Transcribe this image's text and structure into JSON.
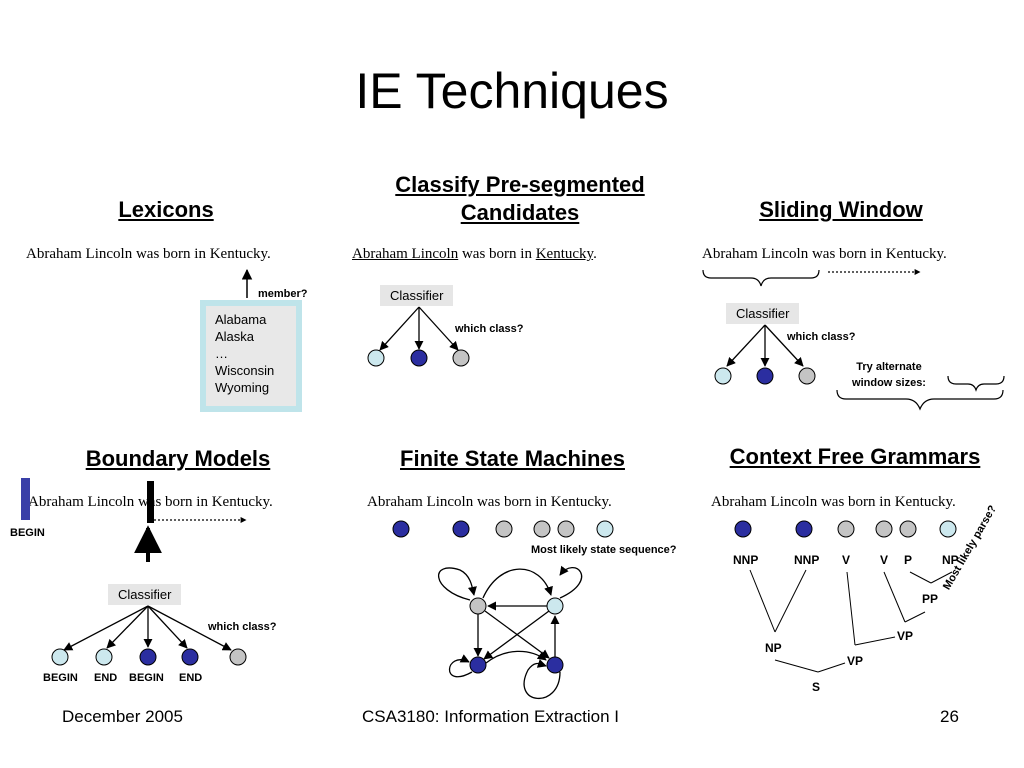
{
  "slide": {
    "title": "IE Techniques",
    "footer": {
      "date": "December 2005",
      "course": "CSA3180: Information Extraction I",
      "page_number": "26"
    }
  },
  "sentence": "Abraham Lincoln was born in Kentucky.",
  "panels": {
    "lexicons": {
      "heading": "Lexicons",
      "query_label": "member?",
      "lexicon_items": [
        "Alabama",
        "Alaska",
        "…",
        "Wisconsin",
        "Wyoming"
      ]
    },
    "classify": {
      "heading_line1": "Classify Pre-segmented",
      "heading_line2": "Candidates",
      "candidate1": "Abraham Lincoln",
      "middle_text": " was born in ",
      "candidate2": "Kentucky",
      "end_text": ".",
      "classifier_label": "Classifier",
      "question": "which class?"
    },
    "sliding_window": {
      "heading": "Sliding Window",
      "classifier_label": "Classifier",
      "question": "which class?",
      "alternate_line1": "Try alternate",
      "alternate_line2": "window sizes:"
    },
    "boundary_models": {
      "heading": "Boundary Models",
      "begin_marker": "BEGIN",
      "classifier_label": "Classifier",
      "question": "which class?",
      "class_labels": [
        "BEGIN",
        "END",
        "BEGIN",
        "END"
      ]
    },
    "fsm": {
      "heading": "Finite State Machines",
      "question": "Most likely state sequence?"
    },
    "cfg": {
      "heading": "Context Free Grammars",
      "tags": [
        "NNP",
        "NNP",
        "V",
        "V",
        "P",
        "NP"
      ],
      "phrases": {
        "pp": "PP",
        "vp_upper": "VP",
        "np": "NP",
        "vp_lower": "VP",
        "s": "S"
      },
      "question": "Most likely parse?"
    }
  },
  "colors": {
    "node_light": "#cce8ee",
    "node_dark": "#2b2ea0",
    "node_gray": "#c4c4c4",
    "marker_blue": "#3a3fa8",
    "lexicon_border": "#bfe4ea"
  }
}
